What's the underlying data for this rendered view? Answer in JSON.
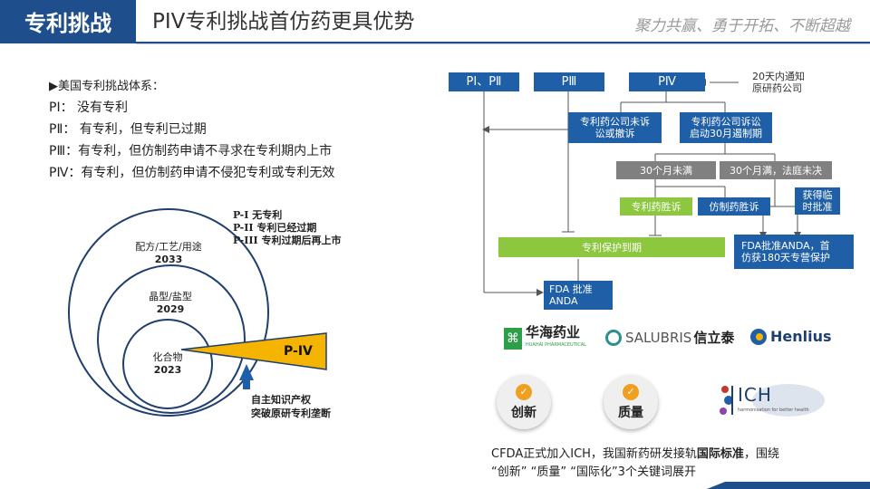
{
  "header": {
    "tag": "专利挑战",
    "title": "PIV专利挑战首仿药更具优势",
    "slogan": "聚力共赢、勇于开拓、不断超越"
  },
  "left": {
    "system_title": "▶美国专利挑战体系：",
    "items": [
      "PⅠ：   没有专利",
      "PⅡ：  有专利，但专利已过期",
      "PⅢ：有专利，但仿制药申请不寻求在专利期内上市",
      "PⅣ：有专利，但仿制药申请不侵犯专利或专利无效"
    ]
  },
  "circles": {
    "legend": [
      "P-I  无专利",
      "P-II  专利已经过期",
      "P-III  专利过期后再上市"
    ],
    "outer_label": "配方/工艺/用途",
    "outer_year": "2033",
    "middle_label": "晶型/盐型",
    "middle_year": "2029",
    "inner_label": "化合物",
    "inner_year": "2023",
    "wedge_label": "P-IV",
    "arrow_note_1": "自主知识产权",
    "arrow_note_2": "突破原研专利垄断"
  },
  "flow": {
    "p12": "PⅠ、PⅡ",
    "p3": "PⅢ",
    "p4": "PⅣ",
    "notify": [
      "20天内通知",
      "原研药公司"
    ],
    "no_suit": [
      "专利药公司未诉",
      "讼或撤诉"
    ],
    "suit": [
      "专利药公司诉讼",
      "启动30月遏制期"
    ],
    "under30": "30个月未满",
    "over30": "30个月满，法庭未决",
    "temp": [
      "获得临",
      "时批准"
    ],
    "patent_win": "专利药胜诉",
    "generic_win": "仿制药胜诉",
    "expire": "专利保护到期",
    "anda_fda": [
      "FDA批准ANDA，首",
      "仿获180天专营保护"
    ],
    "fda": [
      "FDA 批准",
      "ANDA"
    ]
  },
  "logos": {
    "huahai": "华海药业",
    "huahai_sub": "HUAHAI PHARMACEUTICAL",
    "salubris": "SALUBRIS",
    "salubris_cn": "信立泰",
    "henlius": "Henlius",
    "ich": "ICH",
    "ich_sub": "harmonisation for better health"
  },
  "buttons": {
    "innovation": "创新",
    "quality": "质量"
  },
  "footer": {
    "line1_a": "CFDA正式加入ICH，我国新药研发接轨",
    "line1_b": "国际标准",
    "line1_c": "，围绕",
    "line2": "“创新”  “质量”  “国际化”3个关键词展开"
  },
  "colors": {
    "brand_blue": "#1f4e8c",
    "box_blue": "#1f5fa8",
    "box_gray": "#808080",
    "box_green": "#8dc63f",
    "wedge_yellow": "#f4b400"
  }
}
